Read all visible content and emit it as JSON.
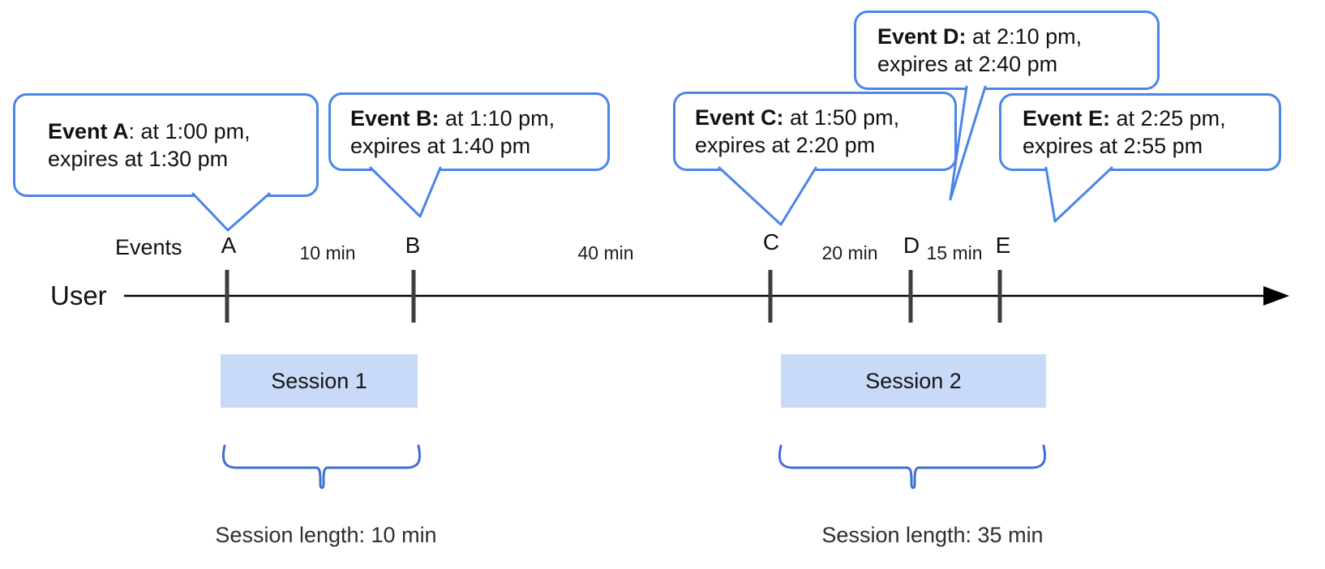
{
  "diagram": {
    "events_label": "Events",
    "user_label": "User",
    "bubbles": [
      {
        "id": "A",
        "bold": "Event A",
        "rest": ": at 1:00 pm,",
        "line2": "expires at 1:30 pm"
      },
      {
        "id": "B",
        "bold": "Event B:",
        "rest": " at 1:10 pm,",
        "line2": "expires at 1:40 pm"
      },
      {
        "id": "C",
        "bold": "Event C:",
        "rest": " at 1:50 pm,",
        "line2": "expires at 2:20 pm"
      },
      {
        "id": "D",
        "bold": "Event D:",
        "rest": " at 2:10 pm,",
        "line2": "expires at 2:40 pm"
      },
      {
        "id": "E",
        "bold": "Event E:",
        "rest": " at 2:25 pm,",
        "line2": "expires at 2:55 pm"
      }
    ],
    "ticks": [
      "A",
      "B",
      "C",
      "D",
      "E"
    ],
    "intervals": [
      "10 min",
      "40 min",
      "20 min",
      "15 min"
    ],
    "sessions": [
      {
        "label": "Session 1",
        "length": "Session length: 10 min"
      },
      {
        "label": "Session 2",
        "length": "Session length: 35 min"
      }
    ],
    "colors": {
      "bubble_border": "#4a86e8",
      "brace": "#3e6fd1",
      "session_fill": "#c9daf8",
      "tick": "#3d3d3d",
      "axis": "#000000"
    }
  }
}
